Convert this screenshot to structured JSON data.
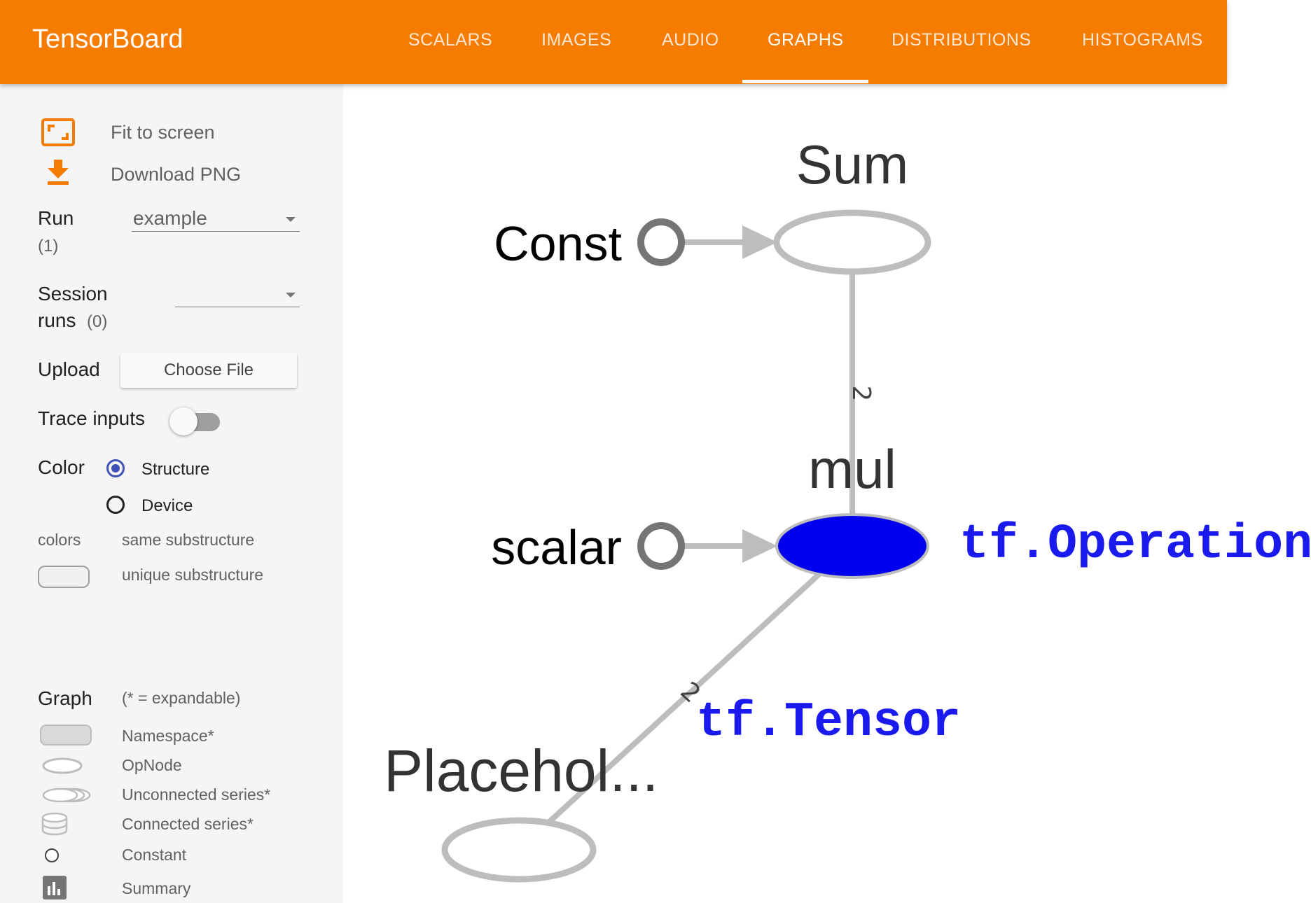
{
  "header": {
    "brand": "TensorBoard",
    "brand_color": "#f57c00",
    "tabs": [
      {
        "label": "SCALARS",
        "active": false
      },
      {
        "label": "IMAGES",
        "active": false
      },
      {
        "label": "AUDIO",
        "active": false
      },
      {
        "label": "GRAPHS",
        "active": true
      },
      {
        "label": "DISTRIBUTIONS",
        "active": false
      },
      {
        "label": "HISTOGRAMS",
        "active": false
      }
    ]
  },
  "sidebar": {
    "fit_to_screen": "Fit to screen",
    "download_png": "Download PNG",
    "run_label": "Run",
    "run_count": "(1)",
    "run_value": "example",
    "session_label_1": "Session",
    "session_label_2": "runs",
    "session_count": "(0)",
    "session_value": "",
    "upload_label": "Upload",
    "choose_file": "Choose File",
    "trace_inputs": "Trace inputs",
    "trace_inputs_on": false,
    "color_label": "Color",
    "color_options": [
      {
        "label": "Structure",
        "checked": true
      },
      {
        "label": "Device",
        "checked": false
      }
    ],
    "colors_label": "colors",
    "same_substructure": "same substructure",
    "unique_substructure": "unique substructure",
    "graph_label": "Graph",
    "expandable_note": "(* = expandable)",
    "legend": [
      {
        "label": "Namespace*",
        "icon": "namespace-icon"
      },
      {
        "label": "OpNode",
        "icon": "opnode-icon"
      },
      {
        "label": "Unconnected series*",
        "icon": "unconnected-series-icon"
      },
      {
        "label": "Connected series*",
        "icon": "connected-series-icon"
      },
      {
        "label": "Constant",
        "icon": "constant-icon"
      },
      {
        "label": "Summary",
        "icon": "summary-icon"
      }
    ]
  },
  "graph": {
    "nodes": {
      "sum": "Sum",
      "const": "Const",
      "mul": "mul",
      "scalar": "scalar",
      "placeholder": "Placehol..."
    },
    "edge_labels": {
      "mul_to_sum": "2",
      "placeholder_to_mul": "2"
    },
    "annotations": {
      "operation": "tf.Operation",
      "tensor": "tf.Tensor"
    },
    "colors": {
      "annotation": "#1a1aee",
      "selected_node": "#0000ee",
      "edge": "#bdbdbd"
    }
  }
}
